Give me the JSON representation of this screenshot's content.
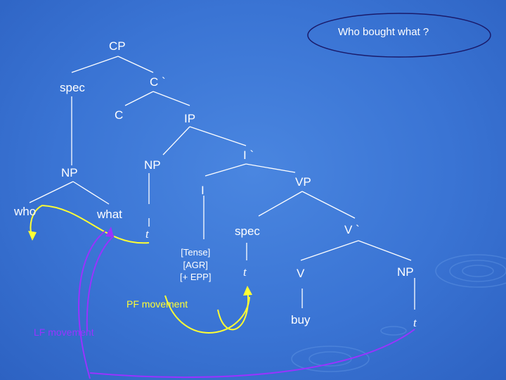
{
  "question": "Who bought what ?",
  "nodes": {
    "cp": "CP",
    "spec_top": "spec",
    "c_bar": "C `",
    "c": "C",
    "ip": "IP",
    "np_left": "NP",
    "np_mid": "NP",
    "i_bar": "I `",
    "i": "I",
    "vp": "VP",
    "who": "who",
    "what": "what",
    "spec_vp": "spec",
    "v_bar": "V `",
    "v": "V",
    "np_obj": "NP",
    "buy": "buy"
  },
  "traces": {
    "t_np": "t",
    "t_spec": "t",
    "t_obj": "t"
  },
  "features": [
    "[Tense]",
    "[AGR]",
    "[+ EPP]"
  ],
  "movements": {
    "pf_label": "PF movement",
    "lf_label": "LF movement",
    "pf_color": "#ffff33",
    "lf_color": "#9933ff"
  },
  "colors": {
    "background": "#3a74d4",
    "lines": "#ffffff",
    "bubble_border": "#1a1a6a"
  }
}
